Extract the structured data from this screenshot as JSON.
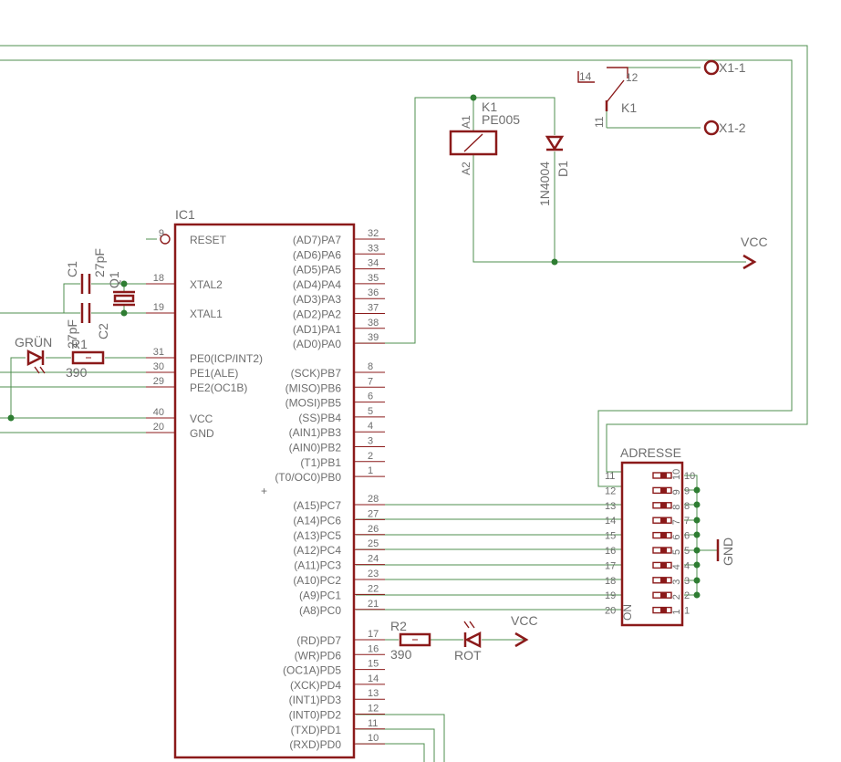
{
  "ic": {
    "name": "IC1",
    "left_pins": [
      {
        "num": "9",
        "name": "RESET"
      },
      {
        "num": "18",
        "name": "XTAL2"
      },
      {
        "num": "19",
        "name": "XTAL1"
      },
      {
        "num": "31",
        "name": "PE0(ICP/INT2)"
      },
      {
        "num": "30",
        "name": "PE1(ALE)"
      },
      {
        "num": "29",
        "name": "PE2(OC1B)"
      },
      {
        "num": "40",
        "name": "VCC"
      },
      {
        "num": "20",
        "name": "GND"
      }
    ],
    "right_pins": [
      {
        "num": "32",
        "name": "(AD7)PA7"
      },
      {
        "num": "33",
        "name": "(AD6)PA6"
      },
      {
        "num": "34",
        "name": "(AD5)PA5"
      },
      {
        "num": "35",
        "name": "(AD4)PA4"
      },
      {
        "num": "36",
        "name": "(AD3)PA3"
      },
      {
        "num": "37",
        "name": "(AD2)PA2"
      },
      {
        "num": "38",
        "name": "(AD1)PA1"
      },
      {
        "num": "39",
        "name": "(AD0)PA0"
      },
      {
        "num": "8",
        "name": "(SCK)PB7"
      },
      {
        "num": "7",
        "name": "(MISO)PB6"
      },
      {
        "num": "6",
        "name": "(MOSI)PB5"
      },
      {
        "num": "5",
        "name": "(SS)PB4"
      },
      {
        "num": "4",
        "name": "(AIN1)PB3"
      },
      {
        "num": "3",
        "name": "(AIN0)PB2"
      },
      {
        "num": "2",
        "name": "(T1)PB1"
      },
      {
        "num": "1",
        "name": "(T0/OC0)PB0"
      },
      {
        "num": "28",
        "name": "(A15)PC7"
      },
      {
        "num": "27",
        "name": "(A14)PC6"
      },
      {
        "num": "26",
        "name": "(A13)PC5"
      },
      {
        "num": "25",
        "name": "(A12)PC4"
      },
      {
        "num": "24",
        "name": "(A11)PC3"
      },
      {
        "num": "23",
        "name": "(A10)PC2"
      },
      {
        "num": "22",
        "name": "(A9)PC1"
      },
      {
        "num": "21",
        "name": "(A8)PC0"
      },
      {
        "num": "17",
        "name": "(RD)PD7"
      },
      {
        "num": "16",
        "name": "(WR)PD6"
      },
      {
        "num": "15",
        "name": "(OC1A)PD5"
      },
      {
        "num": "14",
        "name": "(XCK)PD4"
      },
      {
        "num": "13",
        "name": "(INT1)PD3"
      },
      {
        "num": "12",
        "name": "(INT0)PD2"
      },
      {
        "num": "11",
        "name": "(TXD)PD1"
      },
      {
        "num": "10",
        "name": "(RXD)PD0"
      }
    ]
  },
  "capacitors": {
    "c1": {
      "name": "C1",
      "value": "27pF"
    },
    "c2": {
      "name": "C2",
      "value": "27pF"
    }
  },
  "crystal": {
    "name": "Q1"
  },
  "led_green": {
    "name": "GRÜN"
  },
  "led_red": {
    "name": "ROT"
  },
  "resistors": {
    "r1": {
      "name": "R1",
      "value": "390"
    },
    "r2": {
      "name": "R2",
      "value": "390"
    }
  },
  "relay": {
    "name": "K1",
    "type": "PE005",
    "coil_pin_top": "A1",
    "coil_pin_bottom": "A2",
    "contact_name": "K1",
    "contact_pins": {
      "no": "14",
      "nc": "12",
      "common": "11"
    }
  },
  "diode": {
    "name": "D1",
    "value": "1N4004"
  },
  "terminals": {
    "t1": "X1-1",
    "t2": "X1-2"
  },
  "supplies": {
    "vcc": "VCC",
    "gnd": "GND"
  },
  "dipswitch": {
    "name": "ADRESSE",
    "left_pins": [
      "11",
      "12",
      "13",
      "14",
      "15",
      "16",
      "17",
      "18",
      "19",
      "20"
    ],
    "right_pins": [
      "10",
      "9",
      "8",
      "7",
      "6",
      "5",
      "4",
      "3",
      "2",
      "1"
    ],
    "body_numbers": [
      "10",
      "9",
      "8",
      "7",
      "6",
      "5",
      "4",
      "3",
      "2",
      "1"
    ],
    "on_label": "ON"
  },
  "misc": {
    "center_mark": "+"
  }
}
